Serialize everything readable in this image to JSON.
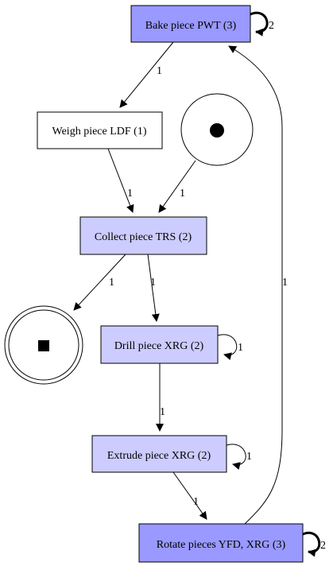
{
  "colors": {
    "dark_fill": "#9999ff",
    "light_fill": "#ccccff",
    "white_fill": "#ffffff",
    "stroke": "#000000"
  },
  "nodes": {
    "bake": {
      "label": "Bake piece PWT (3)"
    },
    "weigh": {
      "label": "Weigh piece LDF (1)"
    },
    "collect": {
      "label": "Collect piece TRS (2)"
    },
    "drill": {
      "label": "Drill piece XRG (2)"
    },
    "extrude": {
      "label": "Extrude piece XRG (2)"
    },
    "rotate": {
      "label": "Rotate pieces YFD, XRG (3)"
    }
  },
  "edges": {
    "bake_weigh": "1",
    "bake_self": "2",
    "weigh_collect": "1",
    "start_collect": "1",
    "collect_end": "1",
    "collect_drill": "1",
    "drill_self": "1",
    "drill_extrude": "1",
    "extrude_self": "1",
    "extrude_rotate": "1",
    "rotate_bake": "1",
    "rotate_self": "2"
  }
}
